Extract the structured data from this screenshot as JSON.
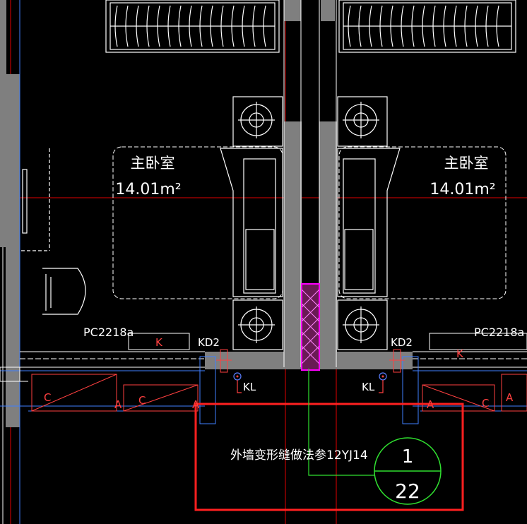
{
  "rooms": [
    {
      "name": "主卧室",
      "area": "14.01m²"
    },
    {
      "name": "主卧室",
      "area": "14.01m²"
    }
  ],
  "window_tags": [
    "PC2218a",
    "PC2218a"
  ],
  "window_marks": [
    "K",
    "K"
  ],
  "door_tags": [
    "KD2",
    "KD2"
  ],
  "kl_tags": [
    "KL",
    "KL"
  ],
  "note": "外墙变形缝做法参12YJ14",
  "callout": {
    "number": "1",
    "sheet": "22"
  },
  "section_marks": [
    "C",
    "A",
    "C",
    "A",
    "A",
    "C",
    "A"
  ],
  "colors": {
    "background": "#000000",
    "wall_fill": "#7f7f7f",
    "linework": "#ffffff",
    "axis_red": "#ff0000",
    "leader_green": "#00ff00",
    "outline_blue": "#3f7fff",
    "joint_magenta": "#ff00ff"
  }
}
